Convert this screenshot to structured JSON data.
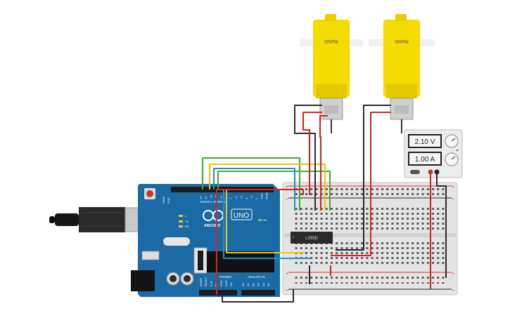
{
  "motors": [
    {
      "rpm_label": "0RPM"
    },
    {
      "rpm_label": "0RPM"
    }
  ],
  "power_supply": {
    "voltage": "2.10 V",
    "current": "1.00 A"
  },
  "driver_ic": {
    "label": "L293D"
  },
  "arduino": {
    "brand": "ARDUINO",
    "model": "UNO",
    "digital_label": "DIGITAL (PWM~)",
    "analog_label": "ANALOG IN",
    "power_label": "POWER",
    "on_label": "ON",
    "aref_label": "AREF",
    "gnd_label": "GND",
    "tx_label": "TX",
    "rx_label": "RX",
    "l_label": "L",
    "digital_pins": [
      "13",
      "12",
      "~11",
      "~10",
      "~9",
      "8",
      "7",
      "~6",
      "~5",
      "4",
      "~3",
      "2",
      "TX▸1",
      "RX◂0"
    ],
    "analog_pins": [
      "A0",
      "A1",
      "A2",
      "A3",
      "A4",
      "A5"
    ],
    "power_pins": [
      "IOREF",
      "RESET",
      "3.3V",
      "5V",
      "GND",
      "GND",
      "Vin"
    ]
  },
  "colors": {
    "wire_red": "#e0201b",
    "wire_black": "#2b2b2b",
    "wire_green": "#3fae2a",
    "wire_yellow": "#f5c400",
    "wire_blue": "#1d8fd8",
    "arduino_board": "#1a6aa6",
    "motor_yellow": "#f4dc00"
  }
}
